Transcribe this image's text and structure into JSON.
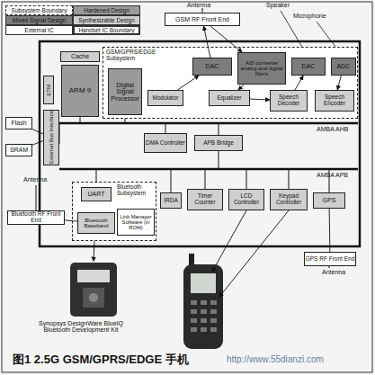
{
  "diagram": {
    "caption": "图1 2.5G GSM/GPRS/EDGE 手机",
    "nodes": [
      {
        "text": [
          "GSM RF Front End"
        ]
      },
      {
        "text": [
          "Cache"
        ]
      },
      {
        "text": [
          "ARM 9"
        ]
      },
      {
        "text": [
          "GSM/GPRS/EDGE Subsystem"
        ]
      },
      {
        "text": [
          "Digital Signal Processor"
        ],
        "in": 3
      },
      {
        "text": [
          "Modulator"
        ],
        "in": 3
      },
      {
        "text": [
          "DAC"
        ],
        "in": 3
      },
      {
        "text": [
          "A/D converter analog and digital filters"
        ],
        "in": 3
      },
      {
        "text": [
          "DAC"
        ],
        "in": 3
      },
      {
        "text": [
          "ADC"
        ],
        "in": 3
      },
      {
        "text": [
          "Equalizer"
        ],
        "in": 3
      },
      {
        "text": [
          "Speech Decoder"
        ],
        "in": 3
      },
      {
        "text": [
          "Speech Encoder"
        ],
        "in": 3
      },
      {
        "text": [
          "Flash"
        ]
      },
      {
        "text": [
          "SRAM"
        ]
      },
      {
        "text": [
          "ETM"
        ]
      },
      {
        "text": [
          "External Bus Interface"
        ]
      },
      {
        "text": [
          "DMA Controller"
        ]
      },
      {
        "text": [
          "APB Bridge"
        ]
      },
      {
        "text": [
          "Bluetooth Subsystem"
        ]
      },
      {
        "text": [
          "UART"
        ],
        "in": 19
      },
      {
        "text": [
          "Bluetooth Baseband"
        ],
        "in": 19
      },
      {
        "text": [
          "Link Manager Software (in ROM)"
        ],
        "in": 19
      },
      {
        "text": [
          "IRDA"
        ]
      },
      {
        "text": [
          "Timer Counter"
        ]
      },
      {
        "text": [
          "LCD Controller"
        ]
      },
      {
        "text": [
          "Keypad Controller"
        ]
      },
      {
        "text": [
          "GPS"
        ]
      },
      {
        "text": [
          "Bluetooth RF Front End"
        ]
      },
      {
        "text": [
          "GPS RF Front End"
        ]
      }
    ],
    "edges": [
      {
        "from": 6,
        "to": 0,
        "arrow": "to"
      },
      {
        "from": 0,
        "to": 7,
        "arrow": "to"
      },
      {
        "from": 5,
        "to": 6,
        "arrow": "to"
      },
      {
        "from": 7,
        "to": 10,
        "arrow": "to"
      },
      {
        "from": 10,
        "to": 11,
        "arrow": "to"
      },
      {
        "from": 11,
        "to": 8,
        "arrow": "to"
      },
      {
        "from": 9,
        "to": 12,
        "arrow": "to"
      },
      {
        "from": 13,
        "to": 16,
        "arrow": "none"
      },
      {
        "from": 14,
        "to": 16,
        "arrow": "none"
      },
      {
        "from": 21,
        "to": 28,
        "arrow": "none"
      },
      {
        "from": 27,
        "to": 29,
        "arrow": "none"
      }
    ],
    "labels": [
      "Antenna",
      "Speaker",
      "Microphone",
      "AMBA AHB",
      "AMBA APB",
      "Antenna",
      "Antenna",
      "Synopsys DesignWare BlueIQ Bluetooth Development Kit",
      "http://www.55dianzi.com"
    ],
    "legend": [
      {
        "text": "Subsystem Boundary"
      },
      {
        "text": "Hardened Design",
        "color": "#9a9a9a"
      },
      {
        "text": "Mixed Signal Design",
        "color": "#7d7d7d"
      },
      {
        "text": "Synthesizable Design",
        "color": "#cfcfcf"
      },
      {
        "text": "External IC"
      },
      {
        "text": "Handset IC Boundary"
      }
    ]
  }
}
